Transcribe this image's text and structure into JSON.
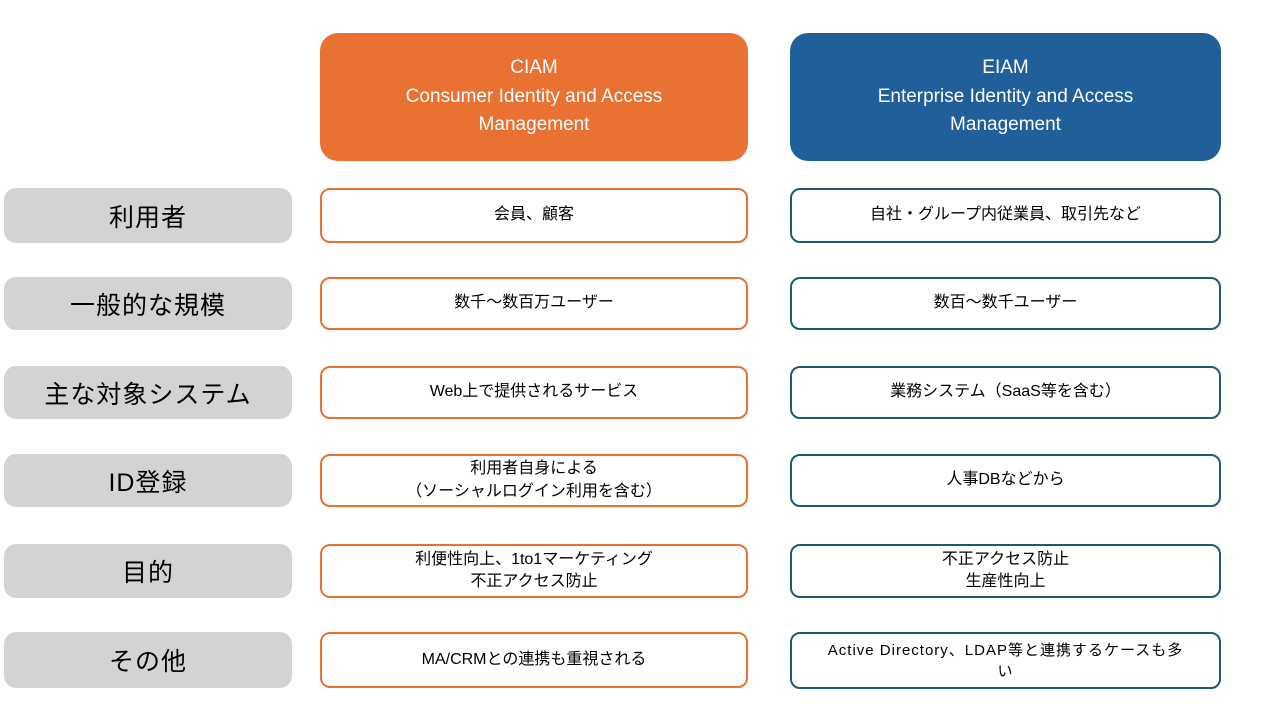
{
  "colors": {
    "ciam-fill": "#E97132",
    "eiam-fill": "#215F9A",
    "ciam-border": "#E97132",
    "eiam-border": "#1C5A73",
    "label-bg": "#D3D3D3",
    "cell-bg": "#FFFFFF",
    "header-text": "#FFFFFF",
    "text": "#000000"
  },
  "columns": {
    "ciam": {
      "abbr": "CIAM",
      "full": "Consumer Identity and Access Management"
    },
    "eiam": {
      "abbr": "EIAM",
      "full": "Enterprise Identity and Access Management"
    }
  },
  "rows": [
    {
      "label": "利用者",
      "ciam": "会員、顧客",
      "eiam": "自社・グループ内従業員、取引先など"
    },
    {
      "label": "一般的な規模",
      "ciam": "数千～数百万ユーザー",
      "eiam": "数百～数千ユーザー"
    },
    {
      "label": "主な対象システム",
      "ciam": "Web上で提供されるサービス",
      "eiam": "業務システム（SaaS等を含む）"
    },
    {
      "label": "ID登録",
      "ciam": "利用者自身による\n（ソーシャルログイン利用を含む）",
      "eiam": "人事DBなどから"
    },
    {
      "label": "目的",
      "ciam": "利便性向上、1to1マーケティング\n不正アクセス防止",
      "eiam": "不正アクセス防止\n生産性向上"
    },
    {
      "label": "その他",
      "ciam": "MA/CRMとの連携も重視される",
      "eiam": "Active Directory、LDAP等と連携するケースも多い"
    }
  ]
}
